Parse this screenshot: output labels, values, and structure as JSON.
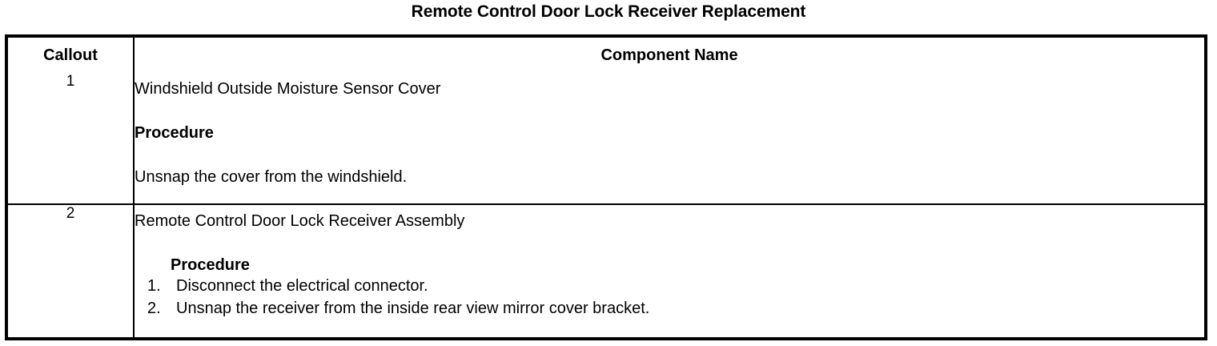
{
  "document": {
    "title": "Remote Control Door Lock Receiver Replacement"
  },
  "table": {
    "headers": {
      "callout": "Callout",
      "component_name": "Component Name"
    },
    "rows": [
      {
        "callout": "1",
        "component_name": "Windshield Outside Moisture Sensor Cover",
        "procedure_label": "Procedure",
        "procedure_indented": false,
        "procedure_text": "Unsnap the cover from the windshield.",
        "steps": []
      },
      {
        "callout": "2",
        "component_name": "Remote Control Door Lock Receiver Assembly",
        "procedure_label": "Procedure",
        "procedure_indented": true,
        "procedure_text": "",
        "steps": [
          {
            "num": "1.",
            "text": "Disconnect the electrical connector."
          },
          {
            "num": "2.",
            "text": "Unsnap the receiver from the inside rear view mirror cover bracket."
          }
        ]
      }
    ]
  },
  "colors": {
    "background": "#ffffff",
    "text": "#000000",
    "border": "#000000"
  }
}
